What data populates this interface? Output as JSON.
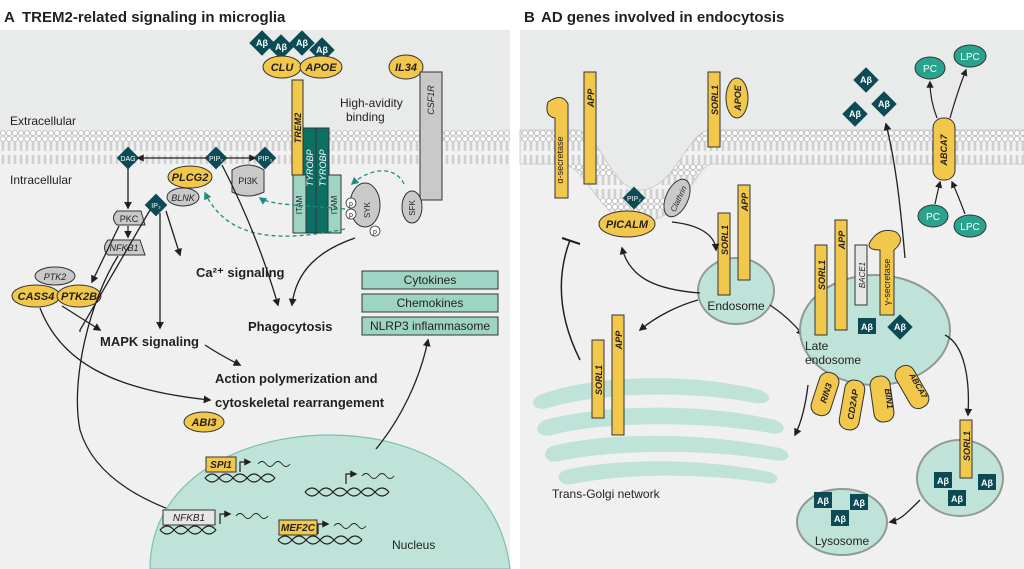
{
  "colors": {
    "yellow": "#f1c84b",
    "teal": "#9ed4c4",
    "teal_dark": "#0c6f64",
    "navy": "#0c4a56",
    "gray": "#c9c9c9",
    "gray_bg": "#e8e9e9",
    "cyt_bg": "#f0f0f0"
  },
  "panelA": {
    "letter": "A",
    "title": "TREM2-related signaling in microglia",
    "extracellular": "Extracellular",
    "intracellular": "Intracellular",
    "ab": "Aβ",
    "clu": "CLU",
    "apoe": "APOE",
    "il34": "IL34",
    "trem2": "TREM2",
    "tyrobp": "TYROBP",
    "csf1r": "CSF1R",
    "high_avidity": "High-avidity",
    "binding": "binding",
    "itam": "ITAM",
    "p": "p",
    "syk": "SYK",
    "sfk": "SFK",
    "dag": "DAG",
    "pip2": "PIP₂",
    "pip3": "PIP₃",
    "ip3": "IP₃",
    "plcg2": "PLCG2",
    "blnk": "BLNK",
    "pi3k": "PI3K",
    "pkc": "PKC",
    "nfkb1": "NFKB1",
    "ptk2": "PTK2",
    "cass4": "CASS4",
    "ptk2b": "PTK2B",
    "ca_signaling": "Ca²⁺ signaling",
    "mapk": "MAPK signaling",
    "phagocytosis": "Phagocytosis",
    "action1": "Action polymerization and",
    "action2": "cytoskeletal rearrangement",
    "abi3": "ABI3",
    "cytokines": "Cytokines",
    "chemokines": "Chemokines",
    "nlrp3": "NLRP3 inflammasome",
    "spi1": "SPI1",
    "nfkb1_gene": "NFKB1",
    "mef2c": "MEF2C",
    "nucleus": "Nucleus"
  },
  "panelB": {
    "letter": "B",
    "title": "AD genes involved in endocytosis",
    "alpha_secretase": "α-secretase",
    "app": "APP",
    "sorl1": "SORL1",
    "apoe": "APOE",
    "ab": "Aβ",
    "pc": "PC",
    "lpc": "LPC",
    "abca7": "ABCA7",
    "pip2": "PIP₂",
    "clathrin": "Clathrin",
    "picalm": "PICALM",
    "endosome": "Endosome",
    "late_endosome1": "Late",
    "late_endosome2": "endosome",
    "bace1": "BACE1",
    "gamma_secretase": "γ-secretase",
    "rin3": "RIN3",
    "cd2ap": "CD2AP",
    "bin1": "BIN1",
    "tgn": "Trans-Golgi network",
    "lysosome": "Lysosome"
  }
}
